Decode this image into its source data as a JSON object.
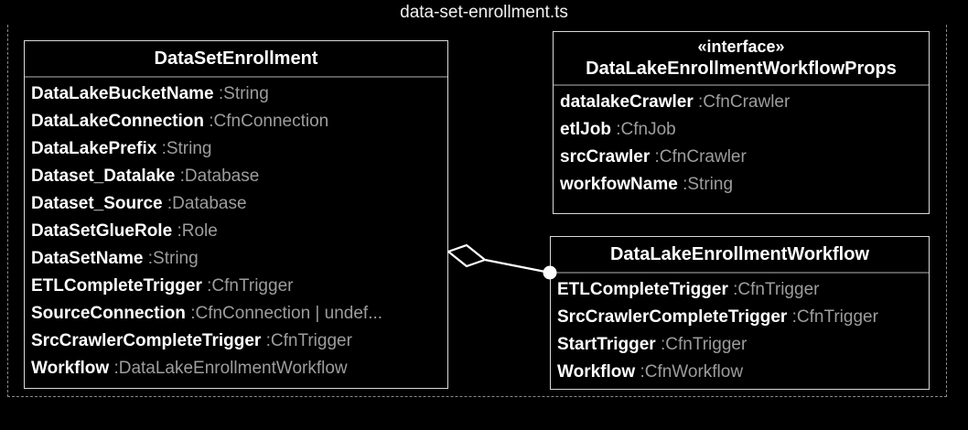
{
  "file": {
    "title": "data-set-enrollment.ts"
  },
  "classes": [
    {
      "id": "dataset-enrollment",
      "name": "DataSetEnrollment",
      "stereotype": "",
      "attributes": [
        {
          "name": "DataLakeBucketName",
          "type": ":String"
        },
        {
          "name": "DataLakeConnection",
          "type": ":CfnConnection"
        },
        {
          "name": "DataLakePrefix",
          "type": ":String"
        },
        {
          "name": "Dataset_Datalake",
          "type": ":Database"
        },
        {
          "name": "Dataset_Source",
          "type": ":Database"
        },
        {
          "name": "DataSetGlueRole",
          "type": ":Role"
        },
        {
          "name": "DataSetName",
          "type": ":String"
        },
        {
          "name": "ETLCompleteTrigger",
          "type": ":CfnTrigger"
        },
        {
          "name": "SourceConnection",
          "type": ":CfnConnection | undef..."
        },
        {
          "name": "SrcCrawlerCompleteTrigger",
          "type": ":CfnTrigger"
        },
        {
          "name": "Workflow",
          "type": ":DataLakeEnrollmentWorkflow"
        }
      ]
    },
    {
      "id": "workflow-props",
      "name": "DataLakeEnrollmentWorkflowProps",
      "stereotype": "«interface»",
      "attributes": [
        {
          "name": "datalakeCrawler",
          "type": ":CfnCrawler"
        },
        {
          "name": "etlJob",
          "type": ":CfnJob"
        },
        {
          "name": "srcCrawler",
          "type": ":CfnCrawler"
        },
        {
          "name": "workfowName",
          "type": ":String"
        }
      ]
    },
    {
      "id": "workflow",
      "name": "DataLakeEnrollmentWorkflow",
      "stereotype": "",
      "attributes": [
        {
          "name": "ETLCompleteTrigger",
          "type": ":CfnTrigger"
        },
        {
          "name": "SrcCrawlerCompleteTrigger",
          "type": ":CfnTrigger"
        },
        {
          "name": "StartTrigger",
          "type": ":CfnTrigger"
        },
        {
          "name": "Workflow",
          "type": ":CfnWorkflow"
        }
      ]
    }
  ],
  "associations": [
    {
      "kind": "aggregation",
      "from": "dataset-enrollment",
      "to": "workflow",
      "source_marker": "hollow-diamond",
      "target_marker": "filled-ball"
    }
  ],
  "colors": {
    "background": "#000000",
    "box_border": "#d9d9d9",
    "frame_border": "#8a8a8a",
    "member_name": "#ffffff",
    "member_type": "#9d9d9d",
    "header_rule": "#5a5a5a"
  }
}
